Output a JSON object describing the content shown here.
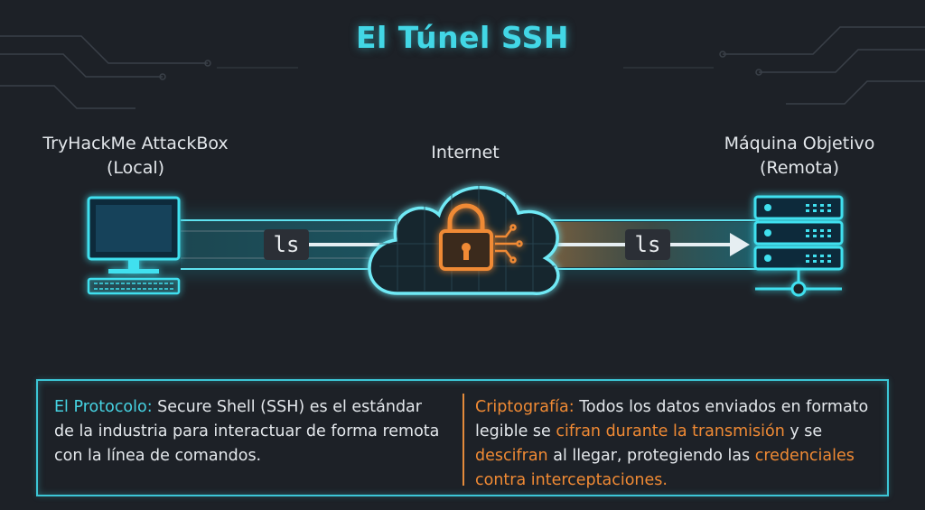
{
  "title": "El Túnel SSH",
  "nodes": {
    "local": {
      "line1": "TryHackMe AttackBox",
      "line2": "(Local)"
    },
    "internet": {
      "label": "Internet"
    },
    "remote": {
      "line1": "Máquina Objetivo",
      "line2": "(Remota)"
    }
  },
  "commands": {
    "left": "ls",
    "right": "ls"
  },
  "panel": {
    "left": {
      "heading": "El Protocolo:",
      "text": " Secure Shell (SSH) es el estándar de la industria para interactuar de forma remota con la línea de comandos."
    },
    "right": {
      "heading": "Criptografía:",
      "text1": " Todos los datos enviados en formato legible se ",
      "hl1": "cifran durante la transmisión",
      "text2": " y se ",
      "hl2": "descifran",
      "text3": " al llegar, protegiendo las ",
      "hl3": "credenciales contra interceptaciones."
    }
  },
  "colors": {
    "background": "#1d2127",
    "cyan": "#42d7e6",
    "orange": "#f08a34",
    "tunnel_cyan": "#1fb6cc"
  },
  "icons": [
    "computer-icon",
    "cloud-icon",
    "padlock-icon",
    "server-icon",
    "network-node-icon"
  ]
}
